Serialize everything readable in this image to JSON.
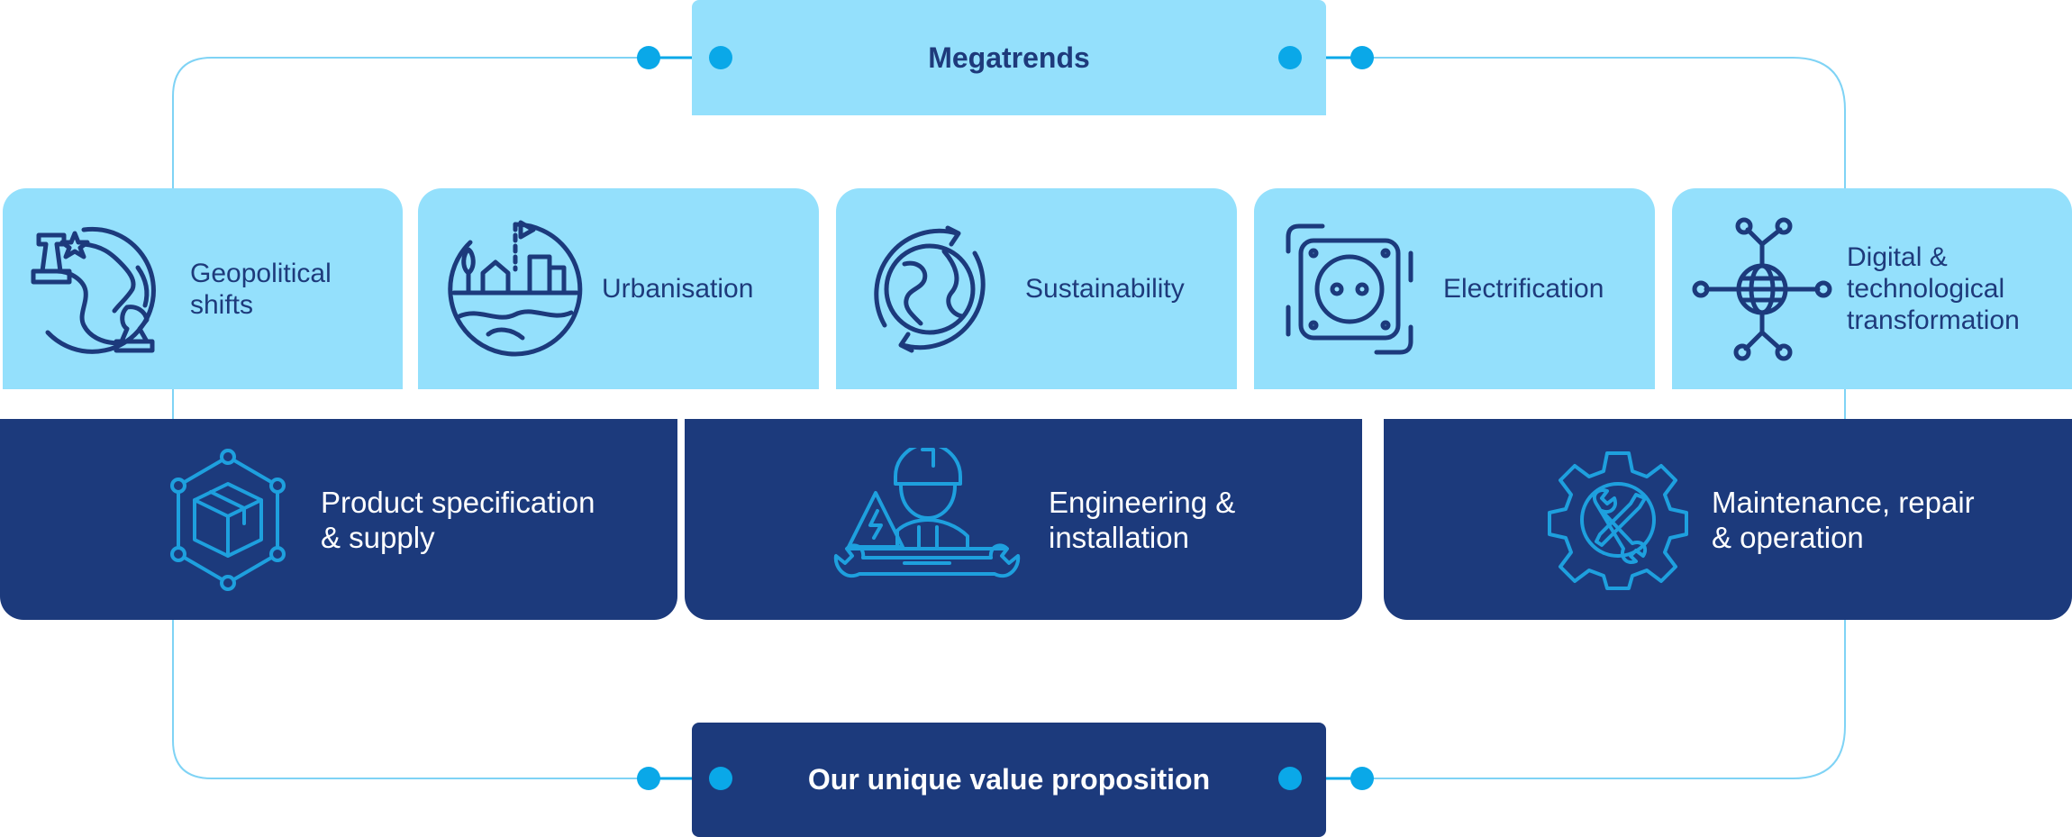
{
  "header": {
    "title": "Megatrends"
  },
  "footer": {
    "title": "Our unique value proposition"
  },
  "megatrends": [
    {
      "label": "Geopolitical\nshifts",
      "icon": "globe-chess-icon"
    },
    {
      "label": "Urbanisation",
      "icon": "city-globe-icon"
    },
    {
      "label": "Sustainability",
      "icon": "globe-cycle-icon"
    },
    {
      "label": "Electrification",
      "icon": "power-socket-icon"
    },
    {
      "label": "Digital &\ntechnological\ntransformation",
      "icon": "network-globe-icon"
    }
  ],
  "services": [
    {
      "label": "Product specification\n& supply",
      "icon": "box-network-icon"
    },
    {
      "label": "Engineering &\ninstallation",
      "icon": "engineer-wrench-icon"
    },
    {
      "label": "Maintenance, repair\n& operation",
      "icon": "gear-tools-icon"
    }
  ],
  "colors": {
    "light": "#94e0fc",
    "dark": "#1c3a7c",
    "accent": "#0aa8e8",
    "line": "#7fd3f5"
  }
}
